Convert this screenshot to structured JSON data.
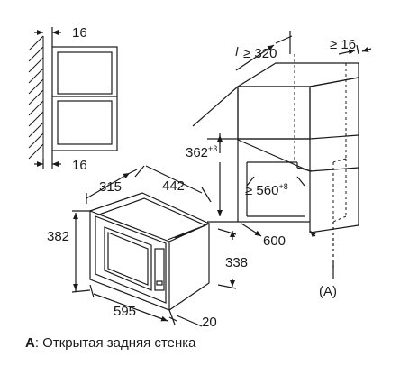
{
  "dimensions": {
    "wall_gap_top": "16",
    "wall_gap_bottom": "16",
    "niche_depth": "320",
    "niche_back_gap": "16",
    "niche_height": "362",
    "niche_height_tolerance": "+3",
    "niche_width": "560",
    "niche_width_tolerance": "+8",
    "niche_cabinet_depth": "600",
    "appliance_depth": "315",
    "appliance_width_top": "442",
    "appliance_height": "382",
    "appliance_body_height": "338",
    "appliance_width_front": "595",
    "appliance_frame_depth": "20"
  },
  "labels": {
    "point_a": "(A)",
    "legend_key": "A",
    "legend_text": ": Открытая задняя стенка"
  }
}
